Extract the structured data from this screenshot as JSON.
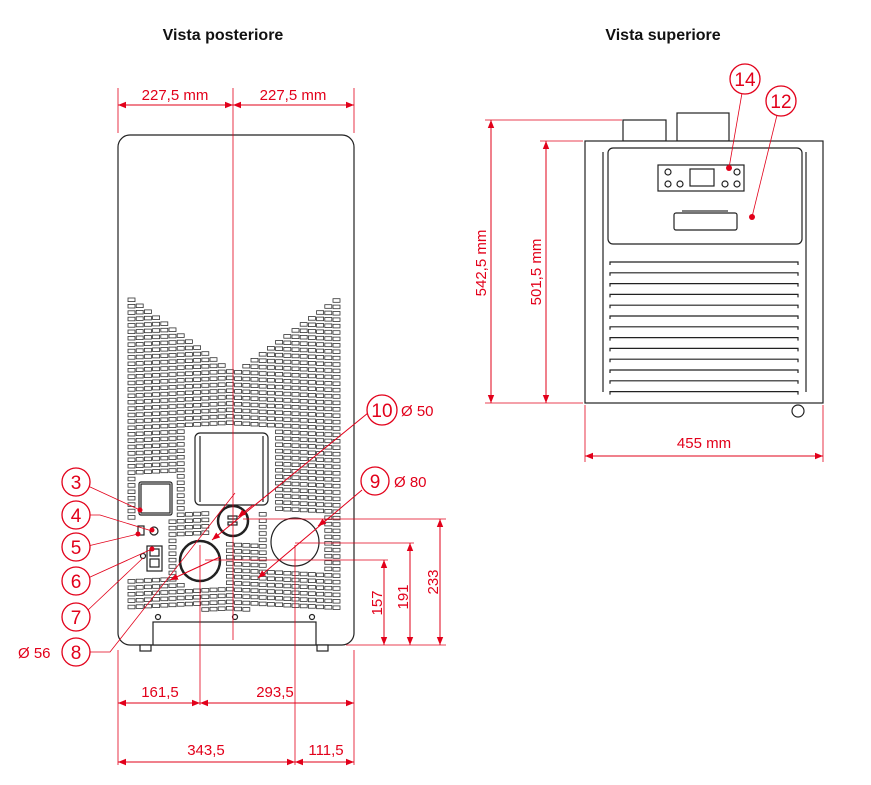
{
  "titles": {
    "rear": "Vista posteriore",
    "top": "Vista superiore"
  },
  "rear_dims": {
    "top_left": "227,5 mm",
    "top_right": "227,5 mm",
    "bottom_row1_left": "161,5",
    "bottom_row1_right": "293,5",
    "bottom_row2_left": "343,5",
    "bottom_row2_right": "111,5",
    "h157": "157",
    "h191": "191",
    "h233": "233"
  },
  "rear_callouts": {
    "c3": "3",
    "c4": "4",
    "c5": "5",
    "c6": "6",
    "c7": "7",
    "c8": "8",
    "c9": "9",
    "c10": "10",
    "d50": "Ø 50",
    "d80": "Ø 80",
    "d56": "Ø 56"
  },
  "top_dims": {
    "height_total": "542,5 mm",
    "height_body": "501,5 mm",
    "width": "455 mm"
  },
  "top_callouts": {
    "c14": "14",
    "c12": "12"
  },
  "colors": {
    "accent": "#e2001a",
    "line": "#222222"
  }
}
